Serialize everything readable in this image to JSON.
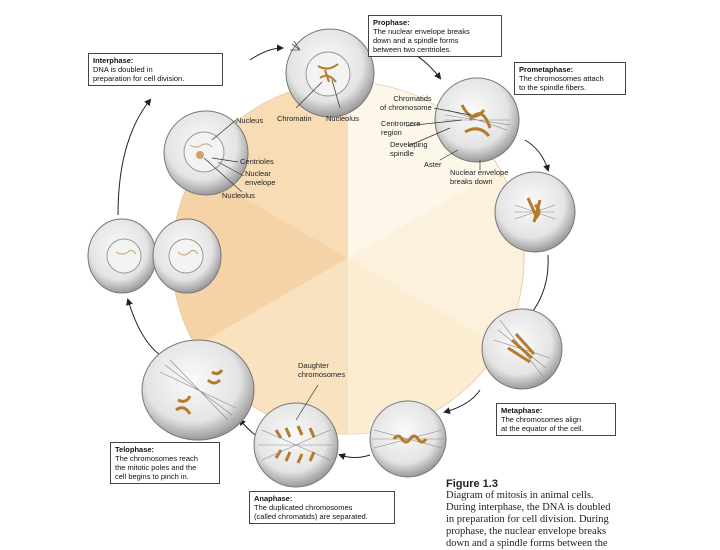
{
  "labels": {
    "nucleus": "Nucleus",
    "centrioles": "Centrioles",
    "nuclear_envelope": "Nuclear\nenvelope",
    "nucleolus": "Nucleolus",
    "chromatin": "Chromatin",
    "nucleolus_prophase": "Nucleolus",
    "chromatids": "Chromatids\nof chromosome",
    "centromere": "Centromere\nregion",
    "developing_spindle": "Developing\nspindle",
    "aster": "Aster",
    "nuclear_envelope_breaks": "Nuclear envelope\nbreaks down",
    "daughter_chromosomes": "Daughter\nchromosomes"
  },
  "boxes": {
    "interphase": {
      "title": "Interphase:",
      "text": "DNA is doubled in\npreparation for cell division."
    },
    "prophase": {
      "title": "Prophase:",
      "text": "The nuclear envelope breaks\ndown and a spindle forms\nbetween two centrioles."
    },
    "prometaphase": {
      "title": "Prometaphase:",
      "text": "The chromosomes attach\nto the spindle fibers."
    },
    "metaphase": {
      "title": "Metaphase:",
      "text": "The chromosomes align\nat the equator of the cell."
    },
    "anaphase": {
      "title": "Anaphase:",
      "text": "The duplicated chromosomes\n(called chromatids) are separated."
    },
    "telophase": {
      "title": "Telophase:",
      "text": "The chromosomes reach\nthe mitotic poles and the\ncell begins to pinch in."
    }
  },
  "caption": {
    "figure": "Figure 1.3",
    "line1": "Diagram of mitosis in animal cells.",
    "line2": "During interphase, the DNA is doubled",
    "line3": "in preparation for cell division. During",
    "line4": "prophase, the nuclear envelope breaks",
    "line5": "down and a spindle forms between the"
  },
  "colors": {
    "page": "#ffffff",
    "wheel_light": "#fdf4e1",
    "wheel_mid": "#fbe6c4",
    "wheel_dark": "#f5cf9e",
    "cell_gray": "#9a9a9a",
    "cell_light": "#f2f2f2",
    "chromosome": "#d9a25a",
    "arrow": "#222222"
  }
}
